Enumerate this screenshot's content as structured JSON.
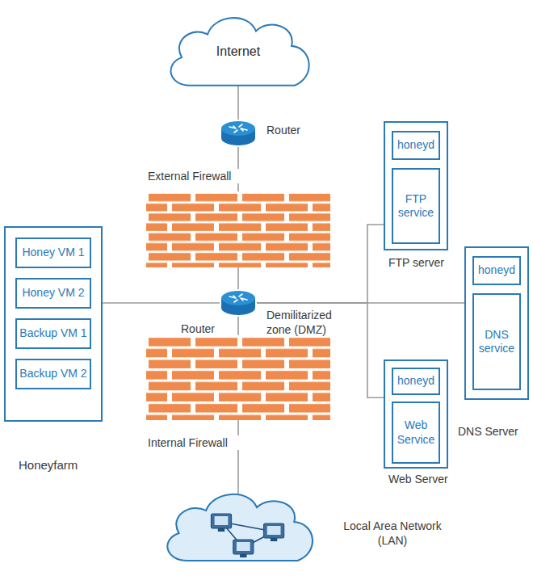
{
  "diagram": {
    "nodes": [
      {
        "text": [
          "Internet"
        ]
      },
      {
        "text": [
          "Router"
        ]
      },
      {
        "text": [
          "External Firewall"
        ]
      },
      {
        "text": [
          "FTP server"
        ]
      },
      {
        "text": [
          "honeyd"
        ],
        "in": 3
      },
      {
        "text": [
          "FTP service"
        ],
        "in": 3
      },
      {
        "text": [
          "Honeyfarm"
        ]
      },
      {
        "text": [
          "Honey VM 1"
        ],
        "in": 6
      },
      {
        "text": [
          "Honey VM 2"
        ],
        "in": 6
      },
      {
        "text": [
          "Backup  VM 1"
        ],
        "in": 6
      },
      {
        "text": [
          "Backup VM 2"
        ],
        "in": 6
      },
      {
        "text": [
          "Router"
        ]
      },
      {
        "text": [
          "DNS Server"
        ]
      },
      {
        "text": [
          "honeyd"
        ],
        "in": 12
      },
      {
        "text": [
          "DNS service"
        ],
        "in": 12
      },
      {
        "text": [
          "Internal Firewall"
        ]
      },
      {
        "text": [
          "Web Server"
        ]
      },
      {
        "text": [
          "honeyd"
        ],
        "in": 16
      },
      {
        "text": [
          "Web Service"
        ],
        "in": 16
      },
      {
        "text": [
          "Local Area Network (LAN)"
        ]
      }
    ],
    "edges": [
      {
        "from": 0,
        "to": 1,
        "arrow": "none"
      },
      {
        "from": 1,
        "to": 2,
        "arrow": "none"
      },
      {
        "from": 2,
        "to": 11,
        "arrow": "none"
      },
      {
        "from": 11,
        "to": 6,
        "arrow": "none"
      },
      {
        "from": 11,
        "to": 3,
        "arrow": "none"
      },
      {
        "from": 11,
        "to": 16,
        "arrow": "none"
      },
      {
        "from": 11,
        "to": 12,
        "arrow": "none"
      },
      {
        "from": 11,
        "to": 15,
        "arrow": "none"
      },
      {
        "from": 15,
        "to": 19,
        "arrow": "none"
      }
    ],
    "labels": [
      "Demilitarized zone (DMZ)"
    ]
  }
}
